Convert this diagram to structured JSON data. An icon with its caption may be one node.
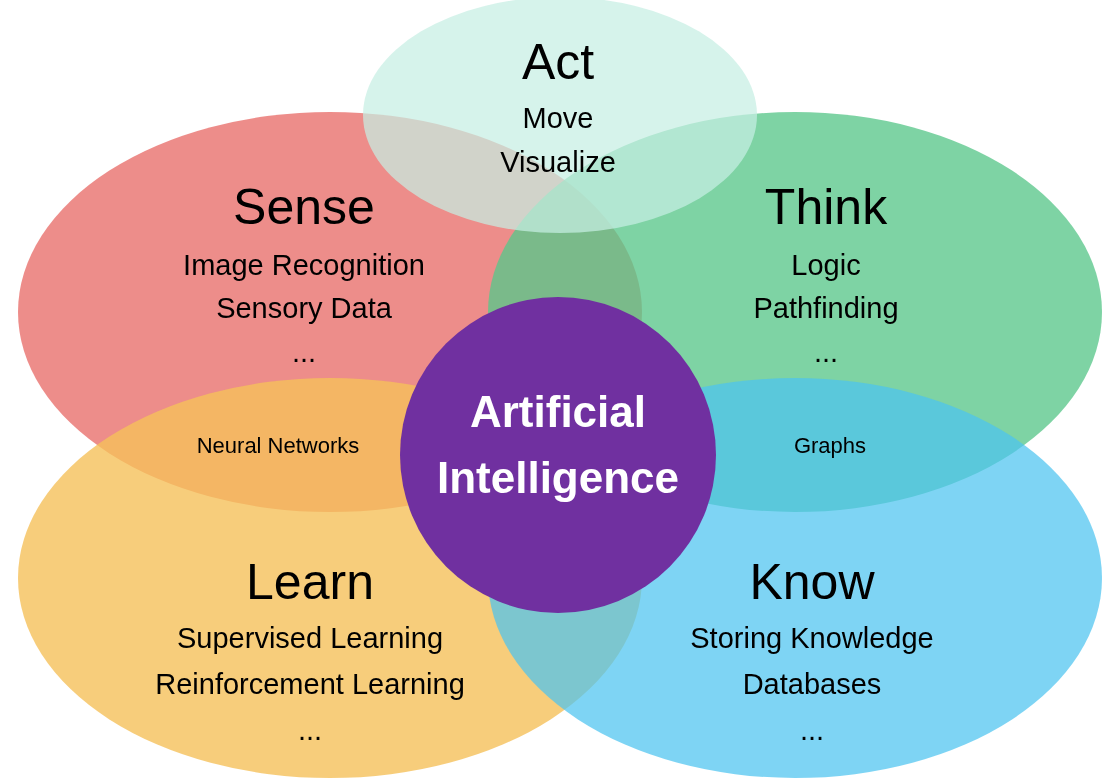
{
  "diagram": {
    "nodes": [
      {
        "text": [
          "Act",
          "Move",
          "Visualize"
        ]
      },
      {
        "text": [
          "Sense",
          "Image Recognition",
          "Sensory Data",
          "..."
        ]
      },
      {
        "text": [
          "Think",
          "Logic",
          "Pathfinding",
          "..."
        ]
      },
      {
        "text": [
          "Artificial Intelligence"
        ]
      },
      {
        "text": [
          "Learn",
          "Supervised Learning",
          "Reinforcement Learning",
          "..."
        ]
      },
      {
        "text": [
          "Know",
          "Storing Knowledge",
          "Databases",
          "..."
        ]
      }
    ],
    "edges": [],
    "labels": [
      "Neural Networks",
      "Graphs"
    ]
  }
}
